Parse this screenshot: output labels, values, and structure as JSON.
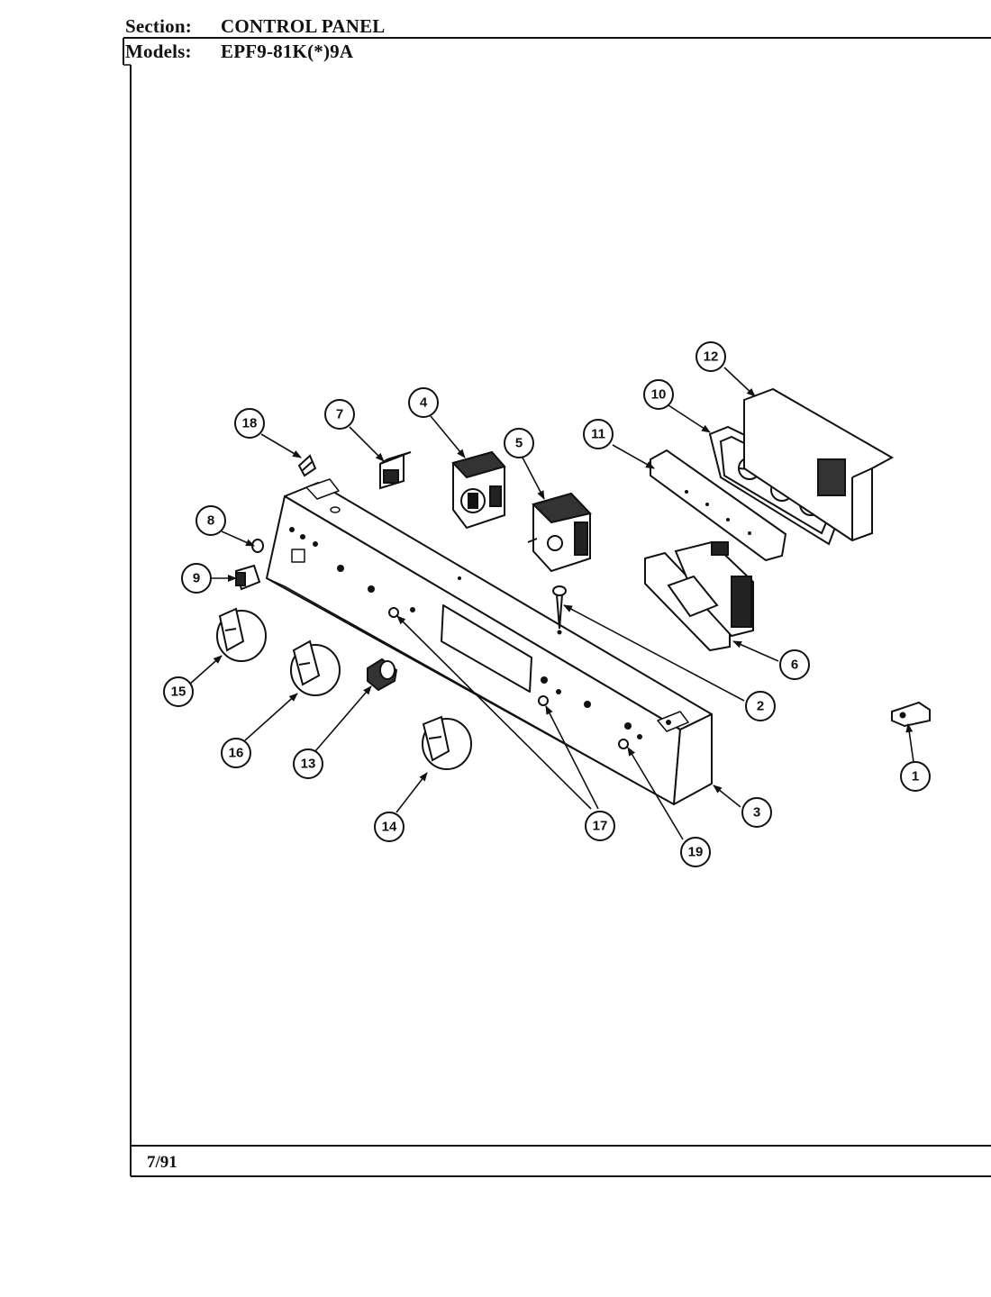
{
  "header": {
    "section_label": "Section:",
    "section_value": "CONTROL PANEL",
    "models_label": "Models:",
    "models_value": "EPF9-81K(*)9A"
  },
  "footer": {
    "date": "7/91"
  },
  "callouts": [
    {
      "id": "1",
      "label": "1"
    },
    {
      "id": "2",
      "label": "2"
    },
    {
      "id": "3",
      "label": "3"
    },
    {
      "id": "4",
      "label": "4"
    },
    {
      "id": "5",
      "label": "5"
    },
    {
      "id": "6",
      "label": "6"
    },
    {
      "id": "7",
      "label": "7"
    },
    {
      "id": "8",
      "label": "8"
    },
    {
      "id": "9",
      "label": "9"
    },
    {
      "id": "10",
      "label": "10"
    },
    {
      "id": "11",
      "label": "11"
    },
    {
      "id": "12",
      "label": "12"
    },
    {
      "id": "13",
      "label": "13"
    },
    {
      "id": "14",
      "label": "14"
    },
    {
      "id": "15",
      "label": "15"
    },
    {
      "id": "16",
      "label": "16"
    },
    {
      "id": "17",
      "label": "17"
    },
    {
      "id": "18",
      "label": "18"
    },
    {
      "id": "19",
      "label": "19"
    }
  ]
}
